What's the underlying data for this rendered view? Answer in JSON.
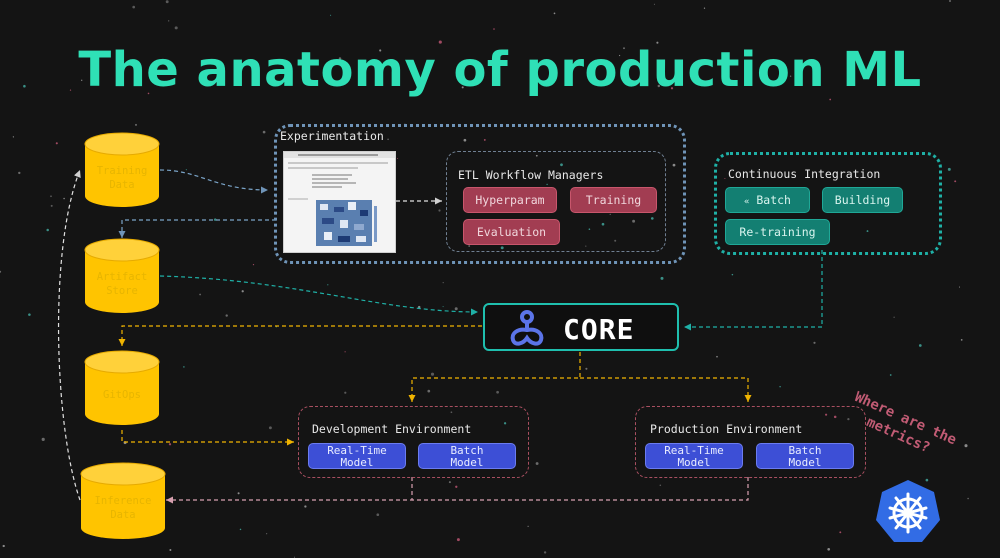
{
  "title": "The anatomy of production ML",
  "data_stores": {
    "training": [
      "Training",
      "Data"
    ],
    "artifact": [
      "Artifact",
      "Store"
    ],
    "gitops": [
      "GitOps"
    ],
    "inference": [
      "Inference",
      "Data"
    ]
  },
  "experimentation": {
    "title": "Experimentation"
  },
  "etl": {
    "title": "ETL Workflow Managers",
    "hyperparam": "Hyperparam",
    "training": "Training",
    "evaluation": "Evaluation"
  },
  "ci": {
    "title": "Continuous Integration",
    "batch": "Batch",
    "batch_prefix": "«",
    "building": "Building",
    "retraining": "Re-training"
  },
  "core": {
    "label": "CORE"
  },
  "dev_env": {
    "title": "Development Environment",
    "realtime": [
      "Real-Time",
      "Model"
    ],
    "batch": [
      "Batch",
      "Model"
    ]
  },
  "prod_env": {
    "title": "Production Environment",
    "realtime": [
      "Real-Time",
      "Model"
    ],
    "batch": [
      "Batch",
      "Model"
    ]
  },
  "annotation": [
    "Where are the",
    "metrics?"
  ],
  "colors": {
    "accent": "#2fe0b6",
    "store_yellow": "#ffc400",
    "red_pill": "#a23d52",
    "teal_pill": "#137f72",
    "blue_pill": "#3d4fd6"
  },
  "icons": {
    "core_logo": "core-logo-icon",
    "kubernetes": "kubernetes-helm-icon"
  }
}
